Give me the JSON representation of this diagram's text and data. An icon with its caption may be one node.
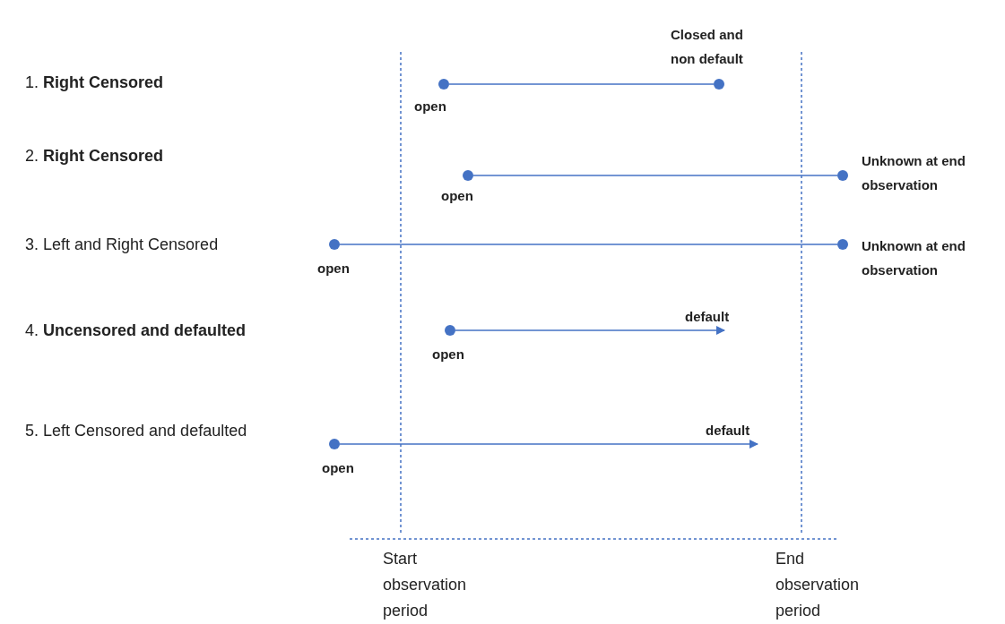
{
  "diagram": {
    "nodes": [
      {
        "text": [],
        "shape": "circle",
        "beside": [
          "open"
        ]
      },
      {
        "text": [],
        "shape": "circle",
        "beside": [
          "Closed and non default"
        ]
      },
      {
        "text": [],
        "shape": "circle",
        "beside": [
          "open"
        ]
      },
      {
        "text": [],
        "shape": "circle",
        "beside": [
          "Unknown at end observation"
        ]
      },
      {
        "text": [],
        "shape": "circle",
        "beside": [
          "open"
        ]
      },
      {
        "text": [],
        "shape": "circle",
        "beside": [
          "Unknown at end observation"
        ]
      },
      {
        "text": [],
        "shape": "circle",
        "beside": [
          "open"
        ]
      },
      {
        "text": [],
        "shape": "circle",
        "beside": [
          "open"
        ]
      },
      {
        "text": [
          "default"
        ]
      },
      {
        "text": [
          "default"
        ]
      }
    ],
    "edges": [
      {
        "from": 0,
        "to": 1,
        "arrow": "none"
      },
      {
        "from": 2,
        "to": 3,
        "arrow": "none"
      },
      {
        "from": 4,
        "to": 5,
        "arrow": "none"
      },
      {
        "from": 6,
        "to": 8,
        "arrow": "to"
      },
      {
        "from": 7,
        "to": 9,
        "arrow": "to"
      }
    ],
    "labels": [
      "1. **Right Censored**",
      "2. **Right Censored**",
      "3. Left and Right Censored",
      "4. **Uncensored and defaulted**",
      "5. Left Censored and defaulted",
      "Start observation period",
      "End observation period"
    ]
  }
}
